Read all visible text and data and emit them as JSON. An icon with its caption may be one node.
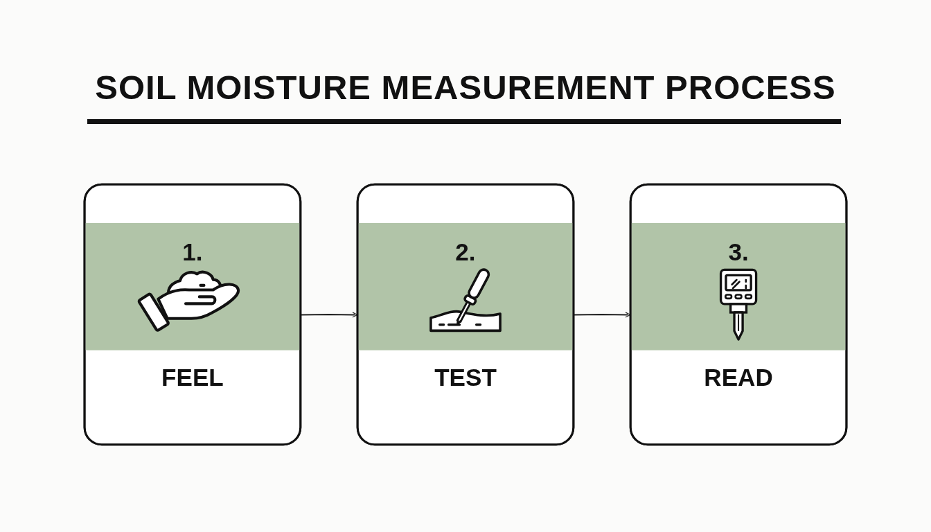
{
  "diagram": {
    "title": "SOIL MOISTURE MEASUREMENT PROCESS",
    "nodes": [
      {
        "text": [
          "1.",
          "FEEL"
        ]
      },
      {
        "text": [
          "2.",
          "TEST"
        ]
      },
      {
        "text": [
          "3.",
          "READ"
        ]
      }
    ],
    "edges": [
      {
        "from": 0,
        "to": 1,
        "arrow": "to"
      },
      {
        "from": 1,
        "to": 2,
        "arrow": "to"
      }
    ]
  }
}
